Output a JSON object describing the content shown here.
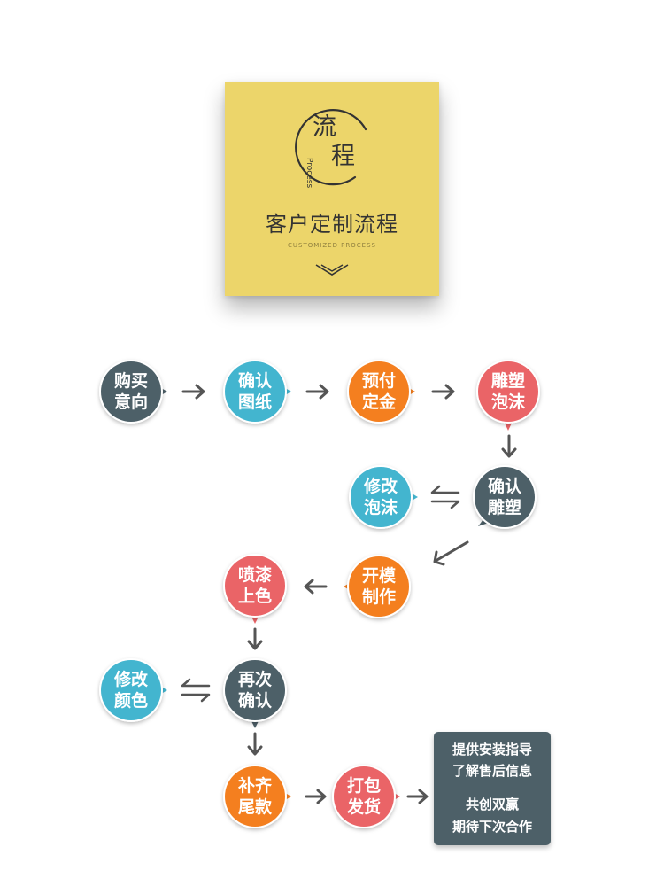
{
  "header": {
    "char_1": "流",
    "char_2": "程",
    "char_vertical": "Process",
    "title": "客户定制流程",
    "subtitle": "CUSTOMIZED PROCESS"
  },
  "colors": {
    "header_bg": "#ecd56a",
    "dark_slate": "#4d6068",
    "cyan": "#43b5cf",
    "orange": "#f47f1f",
    "coral": "#ea6467",
    "arrow": "#555555"
  },
  "nodes": [
    {
      "id": "n1",
      "line1": "购买",
      "line2": "意向",
      "color": "dark_slate"
    },
    {
      "id": "n2",
      "line1": "确认",
      "line2": "图纸",
      "color": "cyan"
    },
    {
      "id": "n3",
      "line1": "预付",
      "line2": "定金",
      "color": "orange"
    },
    {
      "id": "n4",
      "line1": "雕塑",
      "line2": "泡沫",
      "color": "coral"
    },
    {
      "id": "n5",
      "line1": "确认",
      "line2": "雕塑",
      "color": "dark_slate"
    },
    {
      "id": "n6",
      "line1": "修改",
      "line2": "泡沫",
      "color": "cyan"
    },
    {
      "id": "n7",
      "line1": "开模",
      "line2": "制作",
      "color": "orange"
    },
    {
      "id": "n8",
      "line1": "喷漆",
      "line2": "上色",
      "color": "coral"
    },
    {
      "id": "n9",
      "line1": "再次",
      "line2": "确认",
      "color": "dark_slate"
    },
    {
      "id": "n10",
      "line1": "修改",
      "line2": "颜色",
      "color": "cyan"
    },
    {
      "id": "n11",
      "line1": "补齐",
      "line2": "尾款",
      "color": "orange"
    },
    {
      "id": "n12",
      "line1": "打包",
      "line2": "发货",
      "color": "coral"
    }
  ],
  "final_box": {
    "line1": "提供安装指导",
    "line2": "了解售后信息",
    "line3": "共创双赢",
    "line4": "期待下次合作"
  }
}
